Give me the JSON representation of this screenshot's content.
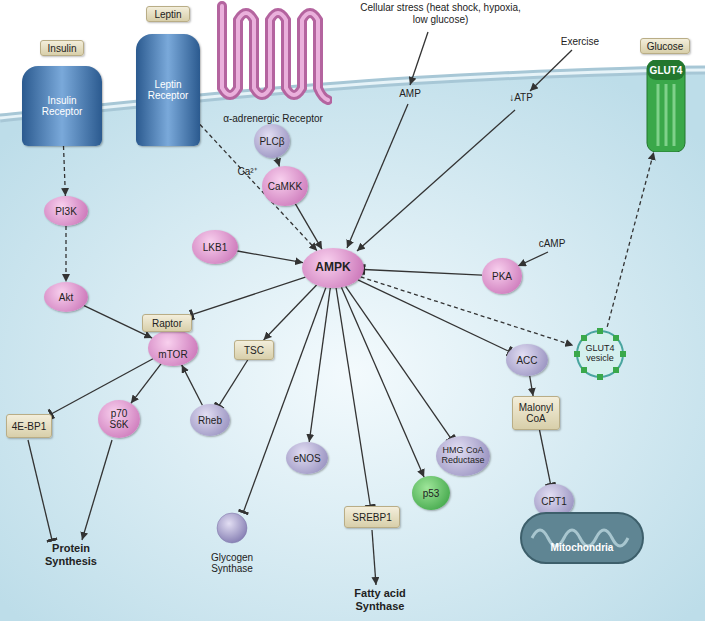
{
  "diagram": {
    "nodes": [
      {
        "text": [
          "Insulin"
        ]
      },
      {
        "text": [
          "Insulin Receptor"
        ]
      },
      {
        "text": [
          "Leptin"
        ]
      },
      {
        "text": [
          "Leptin Receptor"
        ]
      },
      {
        "text": [
          "α-adrenergic Receptor"
        ]
      },
      {
        "text": [
          "PLCβ"
        ]
      },
      {
        "text": [
          "Glucose"
        ]
      },
      {
        "text": [
          "GLUT4"
        ]
      },
      {
        "text": [
          "PI3K"
        ]
      },
      {
        "text": [
          "CaMKK"
        ]
      },
      {
        "text": [
          "LKB1"
        ]
      },
      {
        "text": [
          "AMPK"
        ]
      },
      {
        "text": [
          "PKA"
        ]
      },
      {
        "text": [
          "Akt"
        ]
      },
      {
        "text": [
          "Raptor"
        ]
      },
      {
        "text": [
          "mTOR"
        ]
      },
      {
        "text": [
          "TSC"
        ]
      },
      {
        "text": [
          "GLUT4 vesicle"
        ]
      },
      {
        "text": [
          "ACC"
        ]
      },
      {
        "text": [
          "4E-BP1"
        ]
      },
      {
        "text": [
          "p70 S6K"
        ]
      },
      {
        "text": [
          "Rheb"
        ]
      },
      {
        "text": [
          "Malonyl CoA"
        ]
      },
      {
        "text": [
          "eNOS"
        ]
      },
      {
        "text": [
          "HMG CoA Reductase"
        ]
      },
      {
        "text": [
          "SREBP1"
        ]
      },
      {
        "text": [
          "p53"
        ]
      },
      {
        "text": [
          "Glycogen Synthase"
        ]
      },
      {
        "text": [
          "CPT1"
        ]
      },
      {
        "text": [
          "Mitochondria"
        ]
      }
    ],
    "edges": [
      {
        "from": 1,
        "to": 8,
        "arrow": "to"
      },
      {
        "from": 8,
        "to": 13,
        "arrow": "to"
      },
      {
        "from": 13,
        "to": 15,
        "arrow": "to"
      },
      {
        "from": 3,
        "to": 11,
        "arrow": "to"
      },
      {
        "from": 5,
        "to": 9,
        "arrow": "to"
      },
      {
        "from": 9,
        "to": 11,
        "arrow": "to"
      },
      {
        "from": 10,
        "to": 11,
        "arrow": "to"
      },
      {
        "from": 12,
        "to": 11,
        "arrow": "to"
      },
      {
        "from": 11,
        "to": 14,
        "arrow": "to"
      },
      {
        "from": 15,
        "to": 19,
        "arrow": "to"
      },
      {
        "from": 15,
        "to": 20,
        "arrow": "to"
      },
      {
        "from": 11,
        "to": 16,
        "arrow": "to"
      },
      {
        "from": 16,
        "to": 21,
        "arrow": "to"
      },
      {
        "from": 21,
        "to": 15,
        "arrow": "to"
      },
      {
        "from": 11,
        "to": 27,
        "arrow": "to"
      },
      {
        "from": 11,
        "to": 23,
        "arrow": "to"
      },
      {
        "from": 11,
        "to": 25,
        "arrow": "to"
      },
      {
        "from": 11,
        "to": 24,
        "arrow": "to"
      },
      {
        "from": 11,
        "to": 26,
        "arrow": "to"
      },
      {
        "from": 11,
        "to": 18,
        "arrow": "to"
      },
      {
        "from": 11,
        "to": 17,
        "arrow": "to"
      },
      {
        "from": 18,
        "to": 22,
        "arrow": "to"
      },
      {
        "from": 22,
        "to": 28,
        "arrow": "to"
      },
      {
        "from": 17,
        "to": 7,
        "arrow": "to"
      }
    ],
    "labels": [
      "Cellular stress (heat shock, hypoxia, low glucose)",
      "Exercise",
      "AMP",
      "↓ATP",
      "Ca²⁺",
      "cAMP",
      "Protein Synthesis",
      "Fatty acid Synthase"
    ]
  }
}
